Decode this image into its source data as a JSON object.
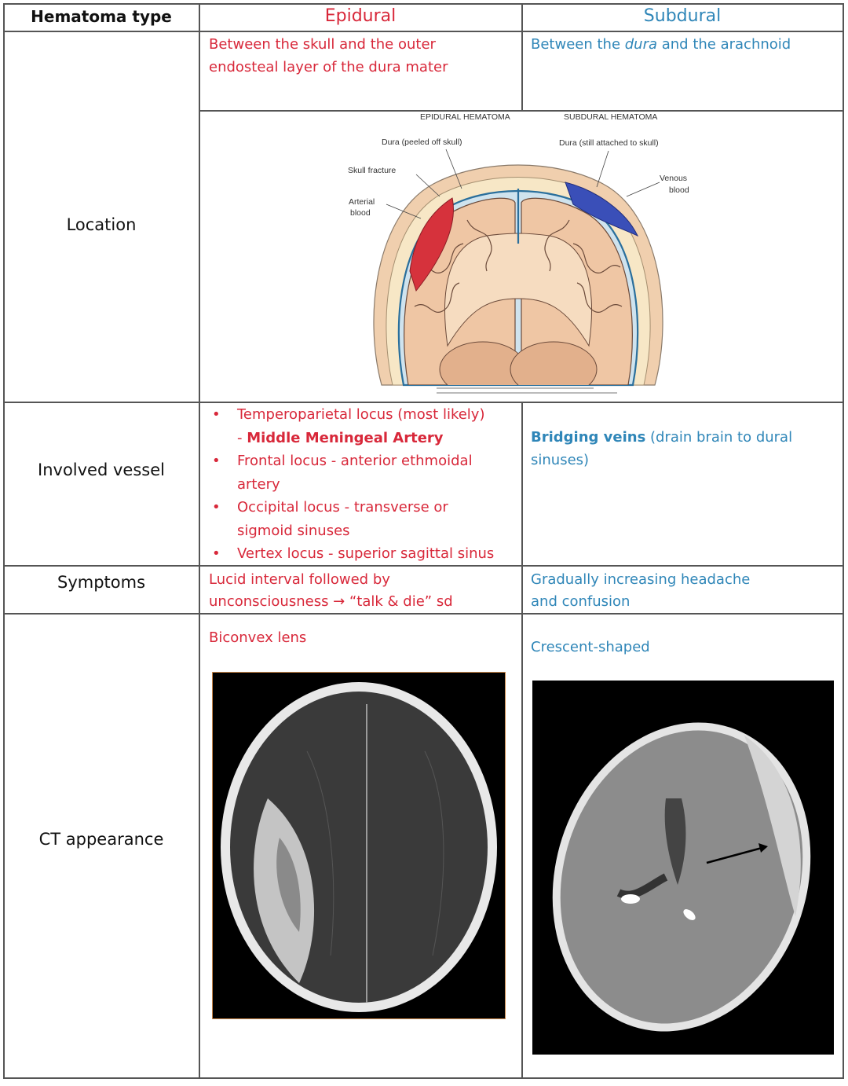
{
  "header": {
    "col1": "Hematoma type",
    "col2": "Epidural",
    "col3": "Subdural"
  },
  "rows": {
    "location": {
      "label": "Location",
      "epidural": "Between the skull and the outer endosteal layer of the dura mater",
      "subdural_pre": "Between the ",
      "subdural_em": "dura",
      "subdural_post": " and the arachnoid"
    },
    "vessel": {
      "label": "Involved vessel",
      "epidural_items": [
        {
          "text": "Temperoparietal locus (most likely)",
          "sub_pre": "- ",
          "sub_bold": "Middle Meningeal Artery"
        },
        {
          "text": "Frontal locus - anterior ethmoidal artery"
        },
        {
          "text": "Occipital locus - transverse or sigmoid sinuses"
        },
        {
          "text": "Vertex locus - superior sagittal sinus"
        }
      ],
      "subdural_bold": "Bridging veins",
      "subdural_rest": " (drain brain to dural sinuses)"
    },
    "symptoms": {
      "label": "Symptoms",
      "epidural_line1": "Lucid interval followed by",
      "epidural_line2": "unconsciousness → “talk & die” sd",
      "subdural_line1": "Gradually increasing headache",
      "subdural_line2": "and confusion"
    },
    "ct": {
      "label": "CT appearance",
      "epidural": "Biconvex lens",
      "subdural": "Crescent-shaped"
    }
  },
  "diagram": {
    "title_left": "EPIDURAL HEMATOMA",
    "title_right": "SUBDURAL HEMATOMA",
    "dura_peeled": "Dura (peeled off skull)",
    "dura_attached": "Dura (still attached to skull)",
    "skull_fracture": "Skull fracture",
    "arterial_1": "Arterial",
    "arterial_2": "blood",
    "venous_1": "Venous",
    "venous_2": "blood"
  },
  "colors": {
    "epidural": "#d8283a",
    "subdural": "#2f86b8",
    "arterial_blood": "#d6323c",
    "venous_blood": "#3a4fb8"
  }
}
